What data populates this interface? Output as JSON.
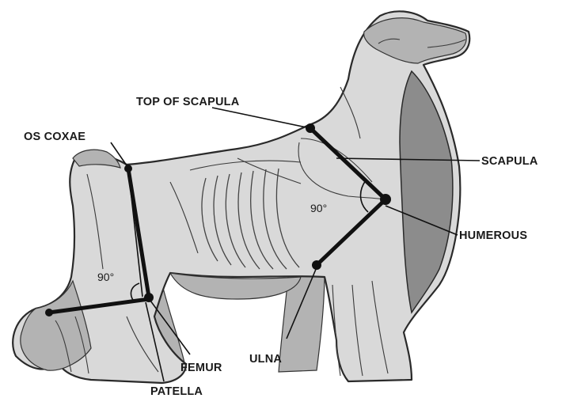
{
  "labels": {
    "top_of_scapula": "TOP OF SCAPULA",
    "os_coxae": "OS COXAE",
    "scapula": "SCAPULA",
    "humerous": "HUMEROUS",
    "ulna": "ULNA",
    "femur": "FEMUR",
    "patella": "PATELLA",
    "angle_front": "90°",
    "angle_rear": "90°"
  }
}
